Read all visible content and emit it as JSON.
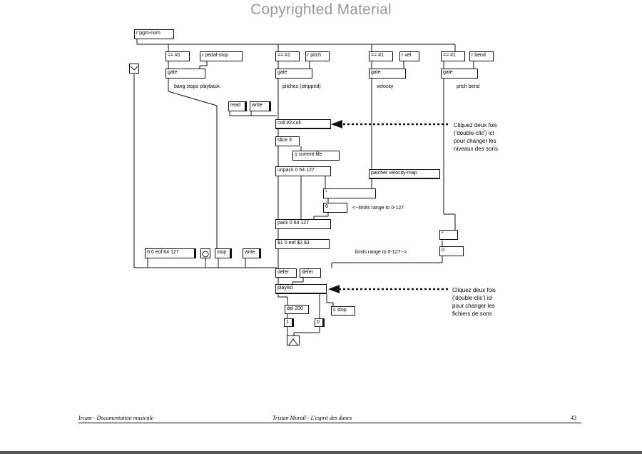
{
  "watermark": "Copyrighted Material",
  "objects": {
    "pgm_num": "r pgm-num",
    "eq1": "== #1",
    "pedal_stop": "r pedal-stop",
    "gate1": "gate",
    "eq2": "== #1",
    "r_pitch": "r pitch",
    "gate2": "gate",
    "eq3": "== #1",
    "r_vel": "r vel",
    "gate3": "gate",
    "eq4": "== #1",
    "r_bend": "r bend",
    "gate4": "gate",
    "read": "read",
    "write1": "write",
    "coll": "coll #2.coll",
    "slice": "slice 3",
    "current_file": "s current-file",
    "unpack": "unpack 0 64 127",
    "velocity_map": "patcher velocity-map",
    "times1": "*",
    "num1": "0",
    "pack": "pack 0 64 127",
    "sprintf": "$1 0 eof $2 $3",
    "times2": "*",
    "num2": "0",
    "msg_eof": "0 0 eof 64 127",
    "stop": "stop",
    "write2": "write",
    "defer1": "defer",
    "defer2": "defer",
    "playlist": "playlist",
    "del": "del 200",
    "s_stop": "s stop",
    "n1": "1",
    "n2": "0"
  },
  "labels": {
    "bang_stops": "bang stops playback",
    "pitches": "pitches (stripped)",
    "velocity": "velocity",
    "pitch_bend": "pitch bend",
    "limits1": "<--limits range to 0-127",
    "limits2": "limits range to 0-127-->"
  },
  "notes": {
    "note1": "Cliquez deux fois\n('double-clic') ici\npour changer les\nniveaux des sons",
    "note2": "Cliquez deux fois\n('double-clic') ici\npour changer les\nfichiers de sons"
  },
  "footer": {
    "left": "Ircam - Documentation musicale",
    "center": "Tristan Murail - L'esprit des dunes",
    "page": "43"
  }
}
